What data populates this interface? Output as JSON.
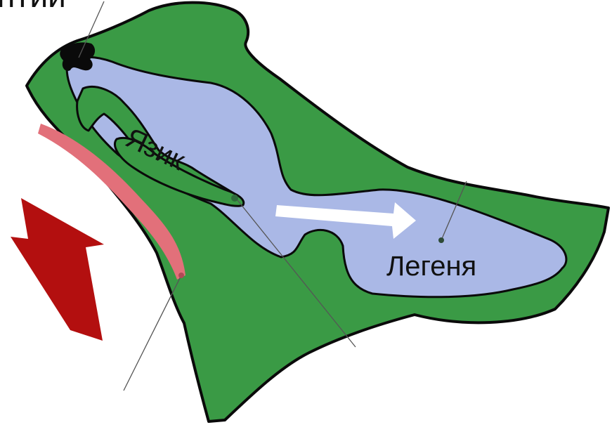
{
  "labels": {
    "top_cut": "нтии",
    "tongue": "Язик",
    "lung": "Легеня"
  },
  "colors": {
    "body_fill": "#3a9a45",
    "cavity_fill": "#aab8e6",
    "outline": "#0a0a0a",
    "pink_band": "#e2707a",
    "red_arrow": "#b30f0f",
    "white_arrow": "#ffffff",
    "pointer_line": "#555555",
    "marker_dot": "#2e6b3a"
  }
}
